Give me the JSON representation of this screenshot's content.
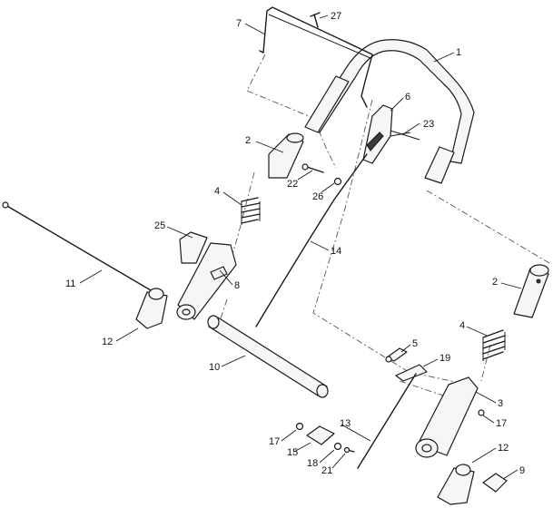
{
  "callouts": [
    {
      "id": "c27",
      "text": "27"
    },
    {
      "id": "c7",
      "text": "7"
    },
    {
      "id": "c1",
      "text": "1"
    },
    {
      "id": "c6",
      "text": "6"
    },
    {
      "id": "c23",
      "text": "23"
    },
    {
      "id": "c2a",
      "text": "2"
    },
    {
      "id": "c22",
      "text": "22"
    },
    {
      "id": "c26",
      "text": "26"
    },
    {
      "id": "c4a",
      "text": "4"
    },
    {
      "id": "c25",
      "text": "25"
    },
    {
      "id": "c14",
      "text": "14"
    },
    {
      "id": "c11",
      "text": "11"
    },
    {
      "id": "c8",
      "text": "8"
    },
    {
      "id": "c12a",
      "text": "12"
    },
    {
      "id": "c10",
      "text": "10"
    },
    {
      "id": "c2b",
      "text": "2"
    },
    {
      "id": "c4b",
      "text": "4"
    },
    {
      "id": "c5",
      "text": "5"
    },
    {
      "id": "c19",
      "text": "19"
    },
    {
      "id": "c3",
      "text": "3"
    },
    {
      "id": "c17a",
      "text": "17"
    },
    {
      "id": "c13",
      "text": "13"
    },
    {
      "id": "c17b",
      "text": "17"
    },
    {
      "id": "c15",
      "text": "15"
    },
    {
      "id": "c18",
      "text": "18"
    },
    {
      "id": "c21",
      "text": "21"
    },
    {
      "id": "c12b",
      "text": "12"
    },
    {
      "id": "c9",
      "text": "9"
    }
  ]
}
